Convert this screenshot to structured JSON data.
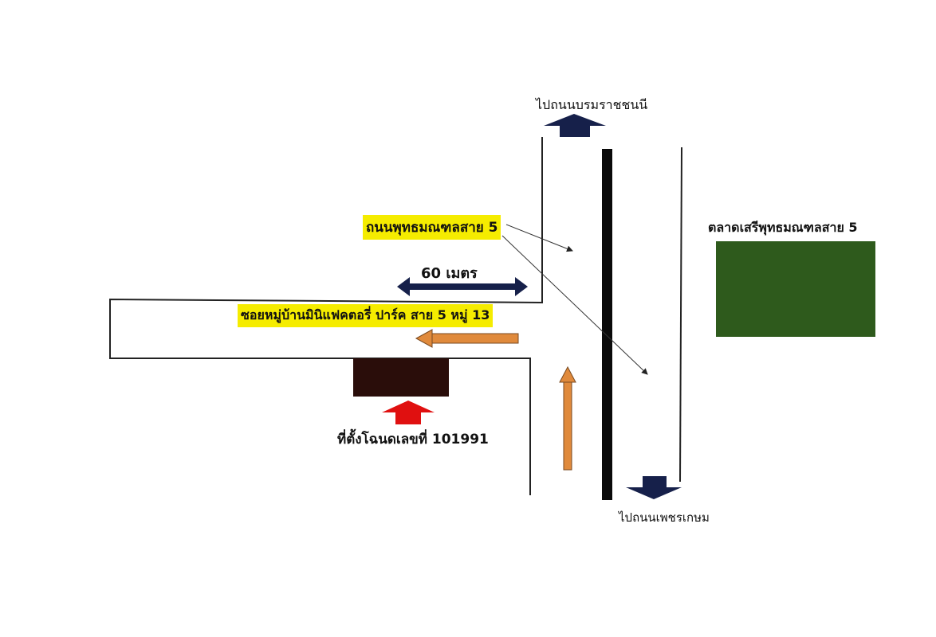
{
  "labels": {
    "to_north": "ไปถนนบรมราชชนนี",
    "main_road": "ถนนพุทธมณฑลสาย 5",
    "market": "ตลาดเสรีพุทธมณฑลสาย 5",
    "distance": "60 เมตร",
    "soi": "ซอยหมู่บ้านมินิแฟคตอรี่ ปาร์ค สาย 5 หมู่ 13",
    "plot": "ที่ตั้งโฉนดเลขที่ 101991",
    "to_south": "ไปถนนเพชรเกษม"
  },
  "colors": {
    "navy": "#16204a",
    "orange": "#e08a3c",
    "red": "#e01010",
    "brown": "#2a0d0a",
    "green": "#2e5a1c",
    "highlight": "#f5ec00"
  }
}
